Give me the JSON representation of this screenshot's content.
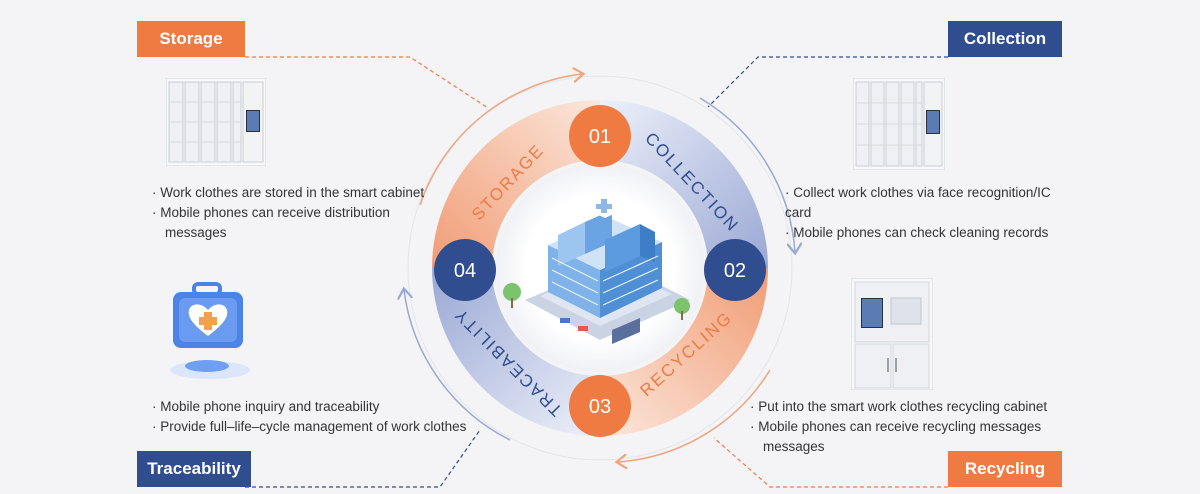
{
  "corners": {
    "storage": {
      "label": "Storage",
      "bullets": [
        "· Work clothes are stored in the smart cabinet",
        "· Mobile phones can receive distribution",
        "messages"
      ]
    },
    "collection": {
      "label": "Collection",
      "bullets": [
        "· Collect work clothes via face recognition/IC",
        "card",
        "· Mobile phones can check cleaning records"
      ]
    },
    "traceability": {
      "label": "Traceability",
      "bullets": [
        "· Mobile phone inquiry and traceability",
        "· Provide full–life–cycle management of work clothes"
      ]
    },
    "recycling": {
      "label": "Recycling",
      "bullets": [
        "· Put into the smart work clothes recycling cabinet",
        "· Mobile phones can receive recycling messages",
        "messages"
      ]
    }
  },
  "ring": {
    "steps": [
      {
        "number": "01",
        "label": "COLLECTION"
      },
      {
        "number": "02",
        "label": "RECYCLING"
      },
      {
        "number": "03",
        "label": "TRACEABILITY"
      },
      {
        "number": "04",
        "label": "STORAGE"
      }
    ]
  },
  "colors": {
    "orange": "#ef7b42",
    "blue": "#2f4d8f",
    "ring_light": "#dfe3f2",
    "ring_orange": "#f5b093"
  }
}
